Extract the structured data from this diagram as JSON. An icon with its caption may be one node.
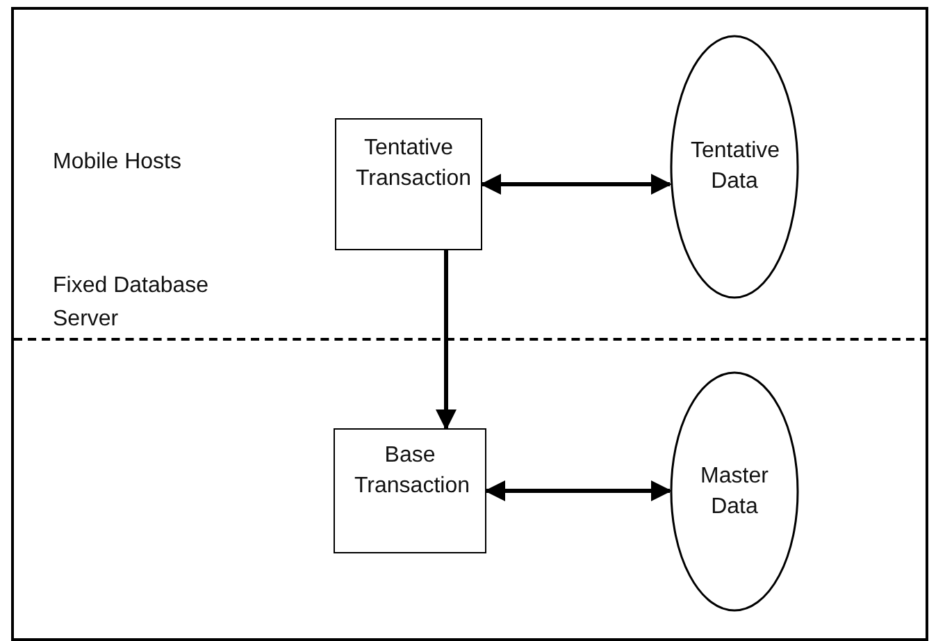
{
  "diagram": {
    "nodes": [
      {
        "text": [
          "Tentative Transaction"
        ]
      },
      {
        "text": [
          "Tentative Data"
        ]
      },
      {
        "text": [
          "Base Transaction"
        ]
      },
      {
        "text": [
          "Master Data"
        ]
      }
    ],
    "edges": [
      {
        "from": 0,
        "to": 1,
        "arrow": "both"
      },
      {
        "from": 0,
        "to": 2,
        "arrow": "to"
      },
      {
        "from": 2,
        "to": 3,
        "arrow": "both"
      }
    ],
    "labels": [
      "Mobile Hosts",
      "Fixed Database Server"
    ]
  }
}
